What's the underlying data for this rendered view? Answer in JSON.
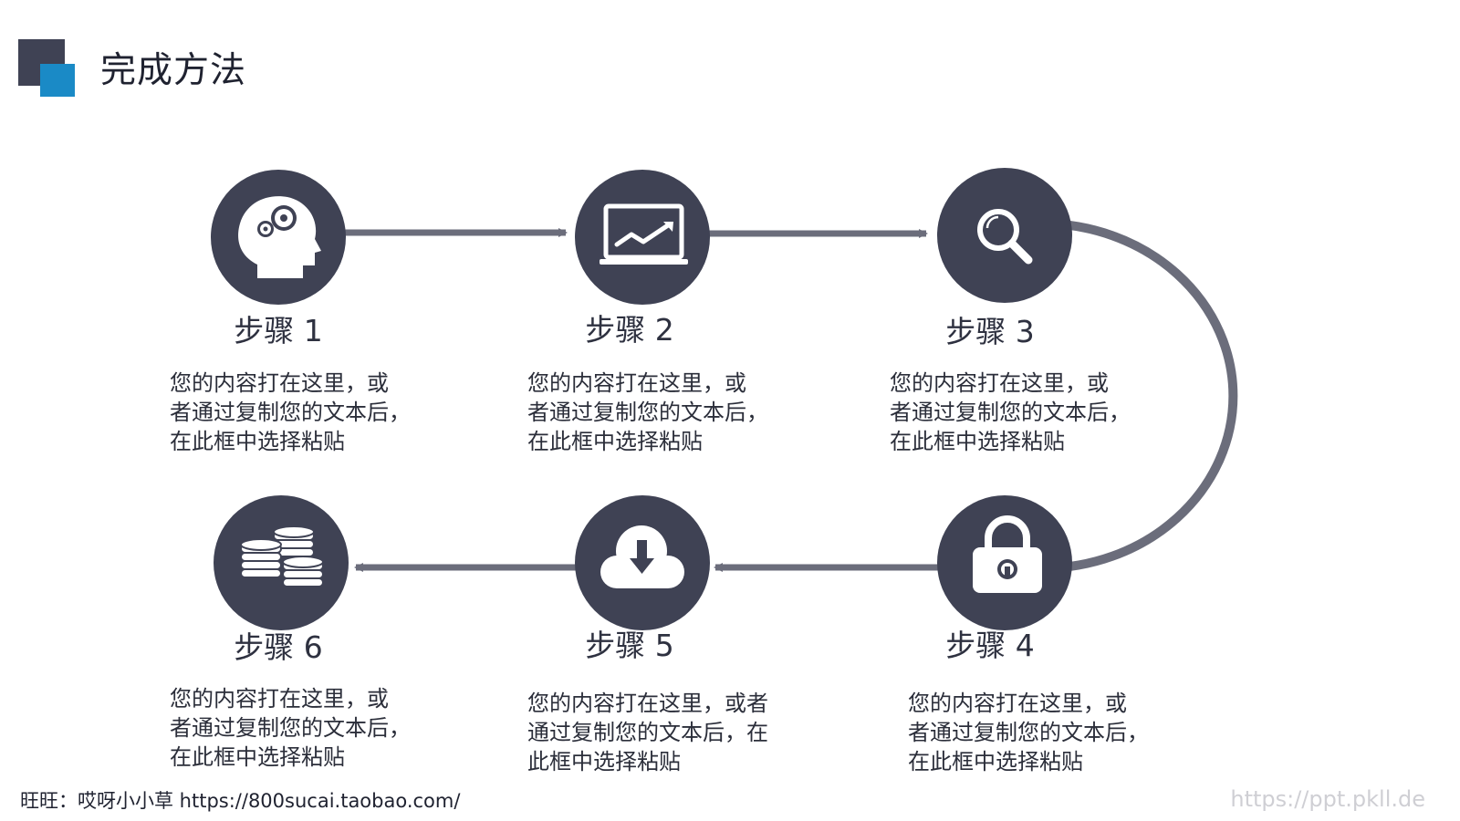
{
  "page": {
    "title": "完成方法",
    "accent_color": "#1a8ac6",
    "dark_color": "#3f4254",
    "connector_color": "#6b6d7b"
  },
  "steps": [
    {
      "label": "步骤 1",
      "icon": "head-gears-icon",
      "desc": "您的内容打在这里，或\n者通过复制您的文本后，\n在此框中选择粘贴"
    },
    {
      "label": "步骤 2",
      "icon": "laptop-chart-icon",
      "desc": "您的内容打在这里，或\n者通过复制您的文本后，\n在此框中选择粘贴"
    },
    {
      "label": "步骤 3",
      "icon": "magnifier-icon",
      "desc": "您的内容打在这里，或\n者通过复制您的文本后，\n在此框中选择粘贴"
    },
    {
      "label": "步骤 4",
      "icon": "padlock-icon",
      "desc": "您的内容打在这里，或\n者通过复制您的文本后，\n在此框中选择粘贴"
    },
    {
      "label": "步骤 5",
      "icon": "cloud-download-icon",
      "desc": "您的内容打在这里，或者\n通过复制您的文本后，在\n此框中选择粘贴"
    },
    {
      "label": "步骤 6",
      "icon": "coins-stack-icon",
      "desc": "您的内容打在这里，或\n者通过复制您的文本后，\n在此框中选择粘贴"
    }
  ],
  "footer": {
    "credit": "旺旺：哎呀小小草 https://800sucai.taobao.com/",
    "watermark": "https://ppt.pkll.de"
  }
}
